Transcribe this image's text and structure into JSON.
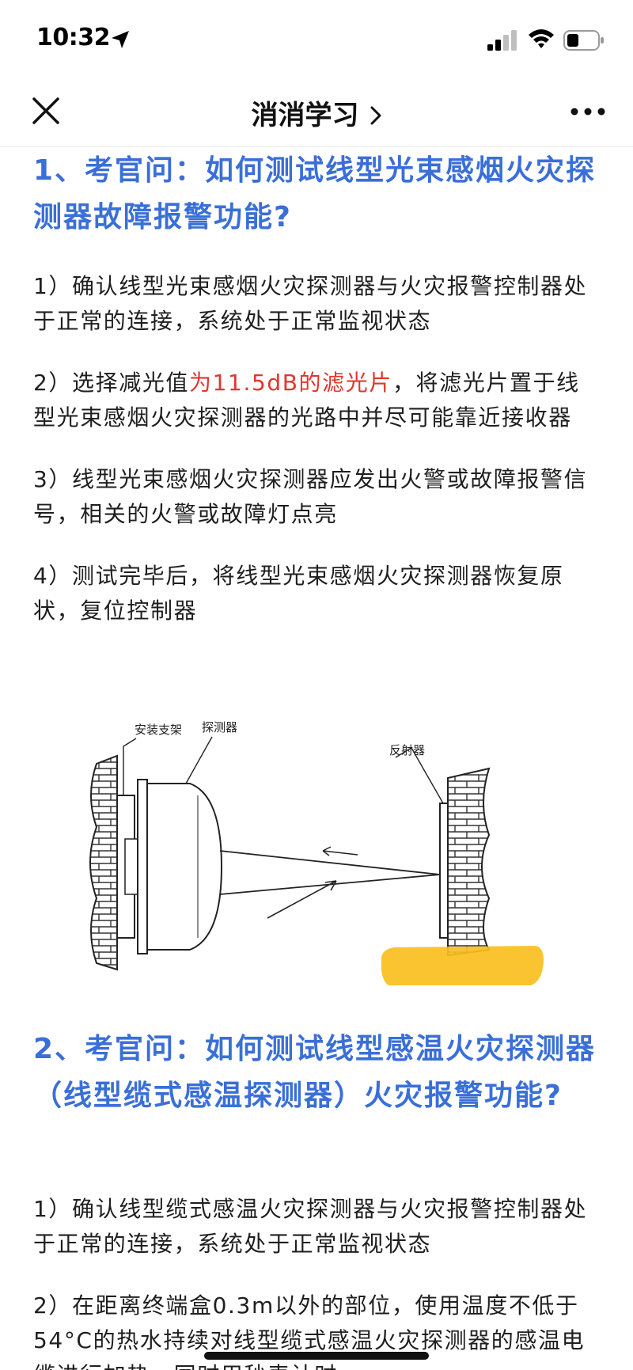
{
  "status_bar": {
    "time": "10:32"
  },
  "nav": {
    "title": "消消学习",
    "close_icon": "close-icon",
    "more_icon": "more-icon"
  },
  "section1": {
    "title": "1、考官问：如何测试线型光束感烟火灾探测器故障报警功能?",
    "steps": [
      "1）确认线型光束感烟火灾探测器与火灾报警控制器处于正常的连接，系统处于正常监视状态",
      {
        "before": "2）选择减光值",
        "highlight": "为11.5dB的滤光片",
        "after": "，将滤光片置于线型光束感烟火灾探测器的光路中并尽可能靠近接收器"
      },
      "3）线型光束感烟火灾探测器应发出火警或故障报警信号，相关的火警或故障灯点亮",
      "4）测试完毕后，将线型光束感烟火灾探测器恢复原状，复位控制器"
    ]
  },
  "diagram": {
    "labels": {
      "bracket": "安装支架",
      "detector": "探测器",
      "reflector": "反射器"
    }
  },
  "section2": {
    "title": "2、考官问：如何测试线型感温火灾探测器（线型缆式感温探测器）火灾报警功能?",
    "steps": [
      "1）确认线型缆式感温火灾探测器与火灾报警控制器处于正常的连接，系统处于正常监视状态",
      "2）在距离终端盒0.3m以外的部位，使用温度不低于54°C的热水持续对线型缆式感温火灾探测器的感温电缆进行加热，同时用秒表计时"
    ]
  },
  "colors": {
    "heading_blue": "#3a6fd8",
    "highlight_red": "#e0362c",
    "marker_yellow": "#f9bf1e"
  }
}
